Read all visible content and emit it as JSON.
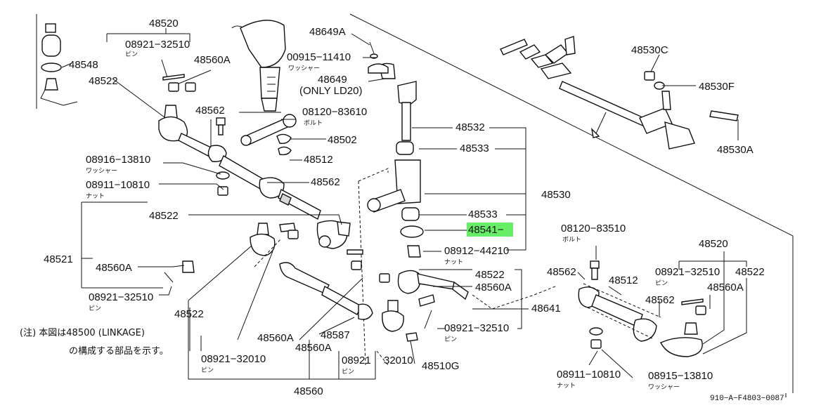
{
  "colors": {
    "ink": "#111111",
    "highlight": "#66ee66",
    "paper": "#ffffff"
  },
  "labels": {
    "l48520a": "48520",
    "l08921a": "08921−32510",
    "l48548": "48548",
    "l48560Aa": "48560A",
    "l48522a": "48522",
    "l48649A": "48649A",
    "l00915": "00915−11410",
    "l48649": "48649",
    "lonly": "(ONLY LD20)",
    "l48562a": "48562",
    "l08120a": "08120−83610",
    "l48502": "48502",
    "l08916": "08916−13810",
    "l48512a": "48512",
    "l08911a": "08911−10810",
    "l48562b": "48562",
    "l48532": "48532",
    "l48533a": "48533",
    "l48530": "48530",
    "l48522b": "48522",
    "l48533b": "48533",
    "l48541": "48541−",
    "l48521": "48521",
    "l48560Ab": "48560A",
    "l08912": "08912−44210",
    "l08921b": "08921−32510",
    "l48522c": "48522",
    "l48522d": "48522",
    "l48560Ac": "48560A",
    "l48641": "48641",
    "l08921c": "08921−32510",
    "l48587": "48587",
    "l48560Ad": "48560A",
    "l48560Ae": "48560A",
    "l08921d": "08921−32010",
    "l08921e": "08921",
    "l32010": "32010",
    "l48510G": "48510G",
    "l48560": "48560",
    "l48530C": "48530C",
    "l48530F": "48530F",
    "l48530A": "48530A",
    "l08120b": "08120−83510",
    "l48520b": "48520",
    "l48562c": "48562",
    "l48512b": "48512",
    "l08921f": "08921−32510",
    "l48522e": "48522",
    "l48560Af": "48560A",
    "l48562d": "48562",
    "l08911b": "08911−10810",
    "l08915": "08915−13810"
  },
  "jp": {
    "pin1": "ピン",
    "washer1": "ワッシャー",
    "bolt1": "ボルト",
    "washer2": "ワッシャー",
    "nut1": "ナット",
    "nut2": "ナット",
    "pin2": "ピン",
    "pin3": "ピン",
    "pin4": "ピン",
    "pin5": "ピン",
    "bolt2": "ボルト",
    "pin6": "ピン",
    "nut3": "ナット",
    "washer3": "ワッシャー"
  },
  "note": {
    "line1": "(注) 本図は48500 (LINKAGE)",
    "line2": "の構成する部品を示す。"
  },
  "footer": {
    "code": "910−A−F4803−0087"
  }
}
